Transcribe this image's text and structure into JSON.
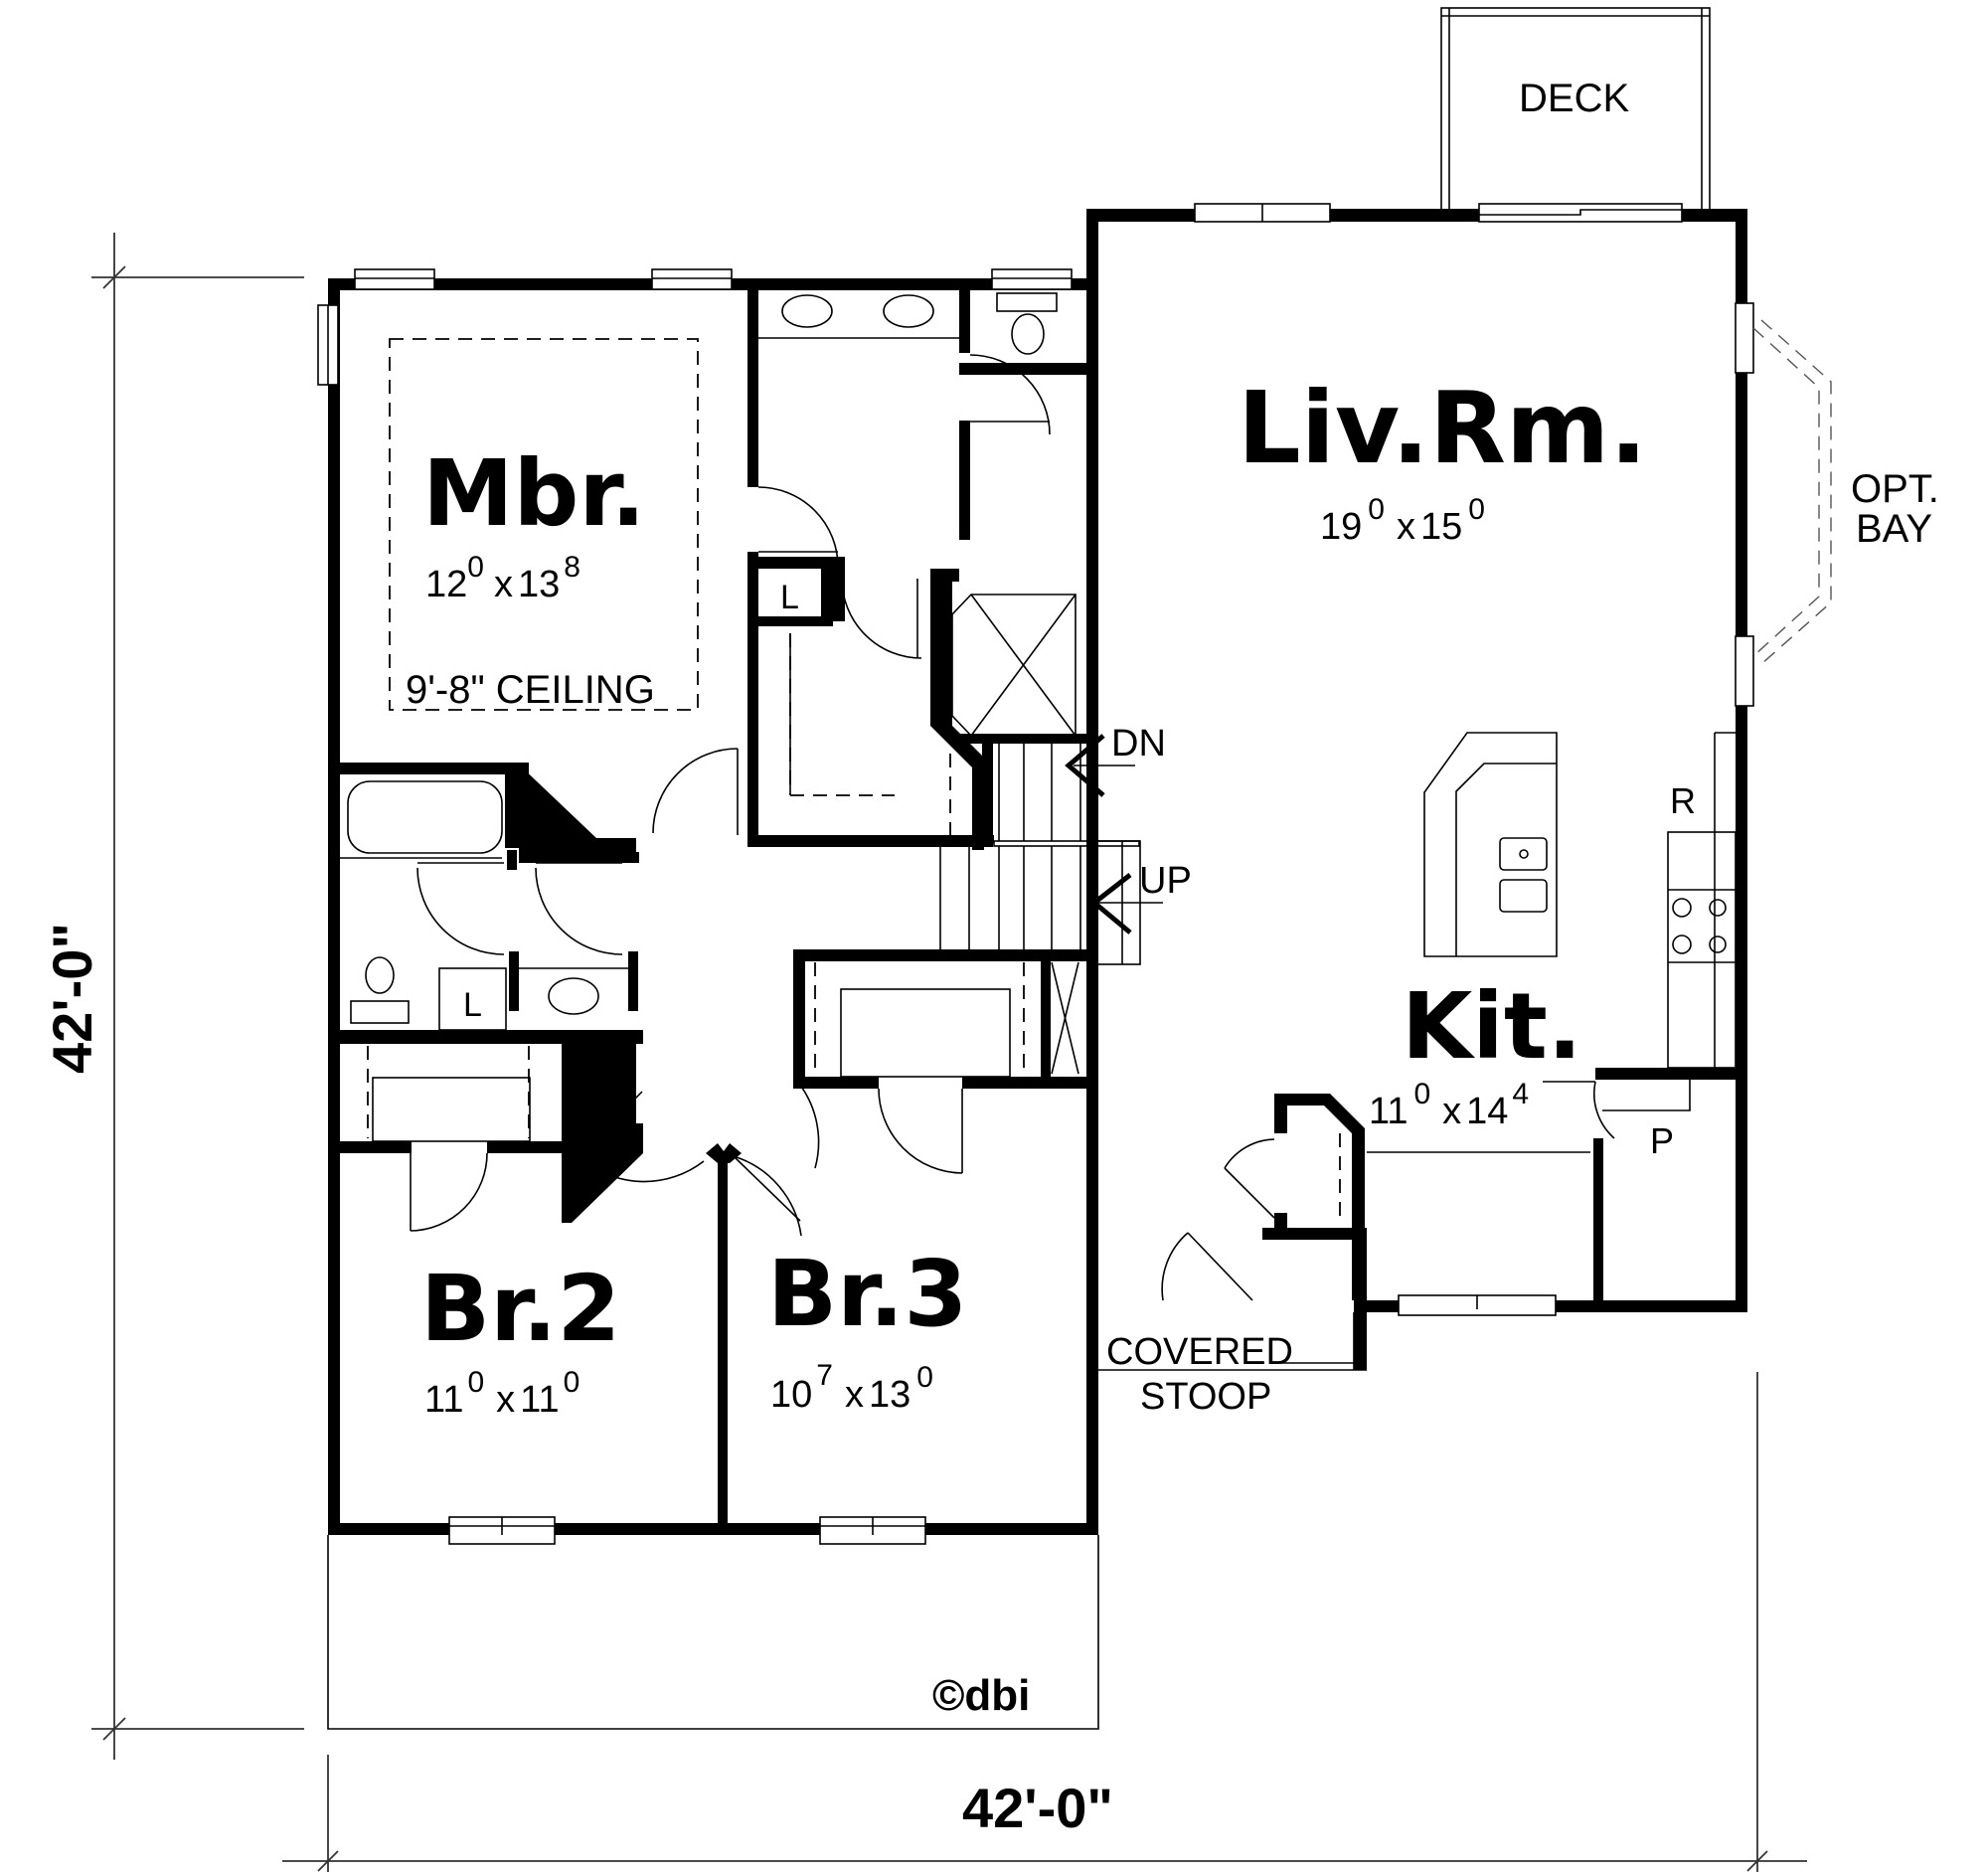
{
  "plan": {
    "rooms": [
      {
        "id": "mbr",
        "name": "Mbr.",
        "size_w": "12",
        "size_w_in": "0",
        "size_d": "13",
        "size_d_in": "8",
        "note": "9'-8\" CEILING"
      },
      {
        "id": "liv",
        "name": "Liv.Rm.",
        "size_w": "19",
        "size_w_in": "0",
        "size_d": "15",
        "size_d_in": "0"
      },
      {
        "id": "kit",
        "name": "Kit.",
        "size_w": "11",
        "size_w_in": "0",
        "size_d": "14",
        "size_d_in": "4"
      },
      {
        "id": "br2",
        "name": "Br.2",
        "size_w": "11",
        "size_w_in": "0",
        "size_d": "11",
        "size_d_in": "0"
      },
      {
        "id": "br3",
        "name": "Br.3",
        "size_w": "10",
        "size_w_in": "7",
        "size_d": "13",
        "size_d_in": "0"
      }
    ],
    "labels": {
      "deck": "DECK",
      "opt_bay_line1": "OPT.",
      "opt_bay_line2": "BAY",
      "covered_stoop_line1": "COVERED",
      "covered_stoop_line2": "STOOP",
      "stairs_down": "DN",
      "stairs_up": "UP",
      "linen_master": "L",
      "linen_hall_bath": "L",
      "refrigerator": "R",
      "pantry": "P",
      "copyright": "©dbi"
    },
    "dimensions": {
      "overall_depth": "42'-0\"",
      "overall_width": "42'-0\""
    },
    "times_sign": "x"
  }
}
